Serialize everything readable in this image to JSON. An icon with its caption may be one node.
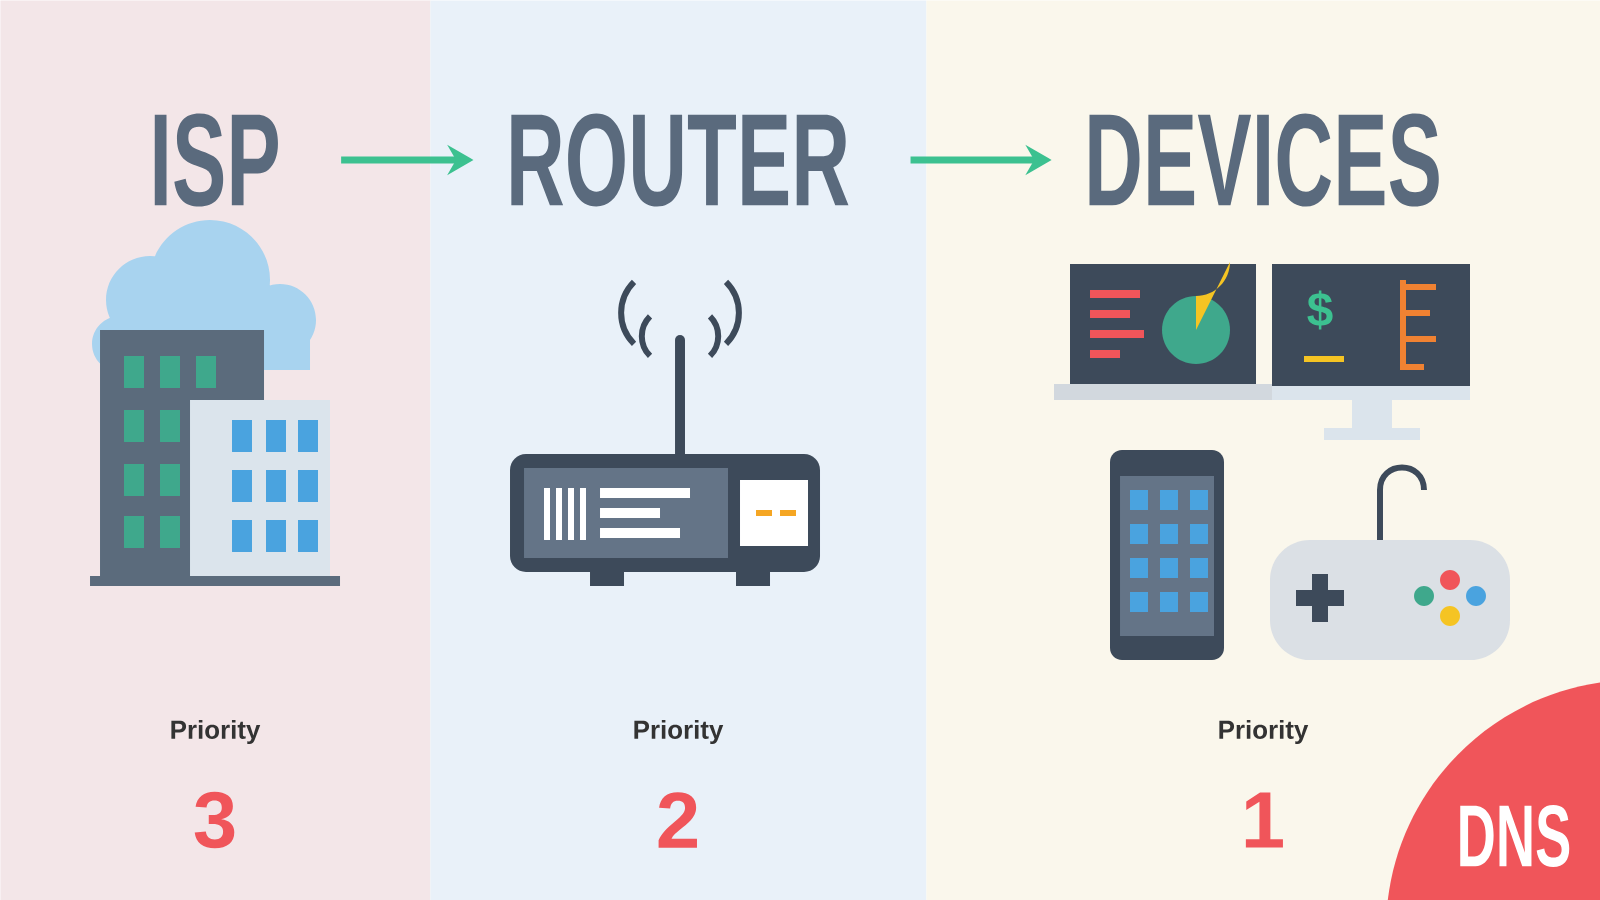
{
  "diagram": {
    "nodes": [
      {
        "text": [
          "Priority",
          "3"
        ]
      },
      {
        "text": [
          "ISP"
        ],
        "in": 0
      },
      {
        "text": [
          "Priority",
          "2"
        ]
      },
      {
        "text": [
          "ROUTER"
        ],
        "in": 2
      },
      {
        "text": [
          "Priority",
          "1"
        ]
      },
      {
        "text": [
          "DEVICES"
        ],
        "in": 4
      },
      {
        "text": [
          "DNS"
        ]
      }
    ],
    "edges": [
      {
        "from": 1,
        "to": 3,
        "arrow": "to"
      },
      {
        "from": 3,
        "to": 5,
        "arrow": "to"
      }
    ],
    "labels": [
      "$"
    ]
  }
}
